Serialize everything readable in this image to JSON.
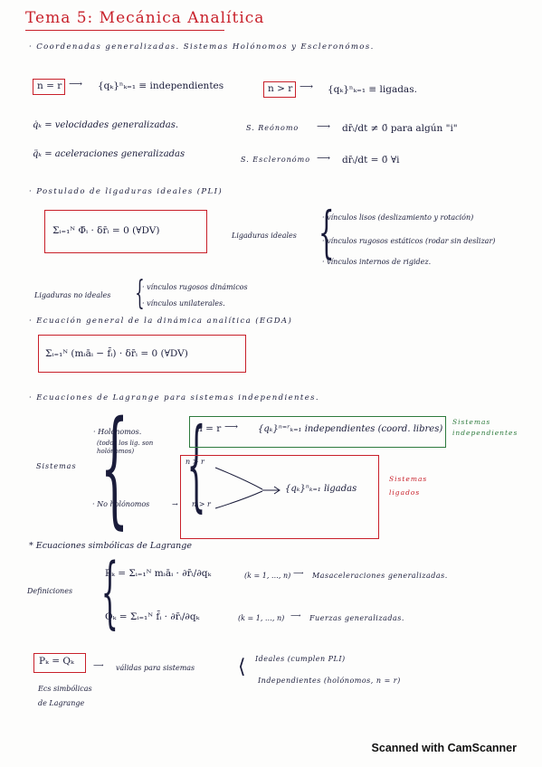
{
  "title": "Tema 5: Mecánica Analítica",
  "sections": {
    "s1": "· Coordenadas generalizadas. Sistemas Holónomos y Escleronómos.",
    "s2": "· Postulado de ligaduras ideales (PLI)",
    "s3": "· Ecuación general de la dinámica analítica (EGDA)",
    "s4": "· Ecuaciones de Lagrange para sistemas independientes.",
    "s5": "* Ecuaciones simbólicas de Lagrange"
  },
  "coord": {
    "box1": "n = r",
    "indep": "{qₖ}ⁿₖ₌₁ ≡ independientes",
    "box2": "n > r",
    "ligadas": "{qₖ}ⁿₖ₌₁ ≡ ligadas.",
    "vel": "q̇ₖ = velocidades generalizadas.",
    "acc": "q̈ₖ = aceleraciones generalizadas",
    "reonomo_label": "S. Reónomo",
    "reonomo_eq": "dr̄ᵢ/dt ≠ 0̄  para algún \"i\"",
    "escler_label": "S. Escleronómo",
    "escler_eq": "dr̄ᵢ/dt = 0̄  ∀i"
  },
  "pli": {
    "eq": "Σᵢ₌₁ᴺ Φ̄ᵢ · δr̄ᵢ = 0   (∀DV)",
    "ideal_label": "Ligaduras ideales",
    "ideal_items": [
      "· vínculos lisos (deslizamiento y rotación)",
      "· vínculos rugosos estáticos (rodar sin deslizar)",
      "· vínculos internos de rigidez."
    ],
    "noideal_label": "Ligaduras no ideales",
    "noideal_items": [
      "· vínculos rugosos dinámicos",
      "· vínculos unilaterales."
    ]
  },
  "egda": {
    "eq": "Σᵢ₌₁ᴺ (mᵢāᵢ − f̄ᵢ) · δr̄ᵢ = 0   (∀DV)"
  },
  "lagrange": {
    "sistemas": "Sistemas",
    "holonomos": "· Holónomos.",
    "holonomos_note": "(todos los lig. son holónomos)",
    "no_holonomos": "· No holónomos",
    "n_r": "n = r",
    "indep_eq": "{qₖ}ⁿ⁼ʳₖ₌₁ independientes (coord. libres)",
    "sis_indep": "Sistemas independientes",
    "n_gt_r": "n > r",
    "ligadas": "{qₖ}ⁿₖ₌₁ ligadas",
    "sis_ligados": "Sistemas ligados"
  },
  "simbolicas": {
    "definiciones": "Definiciones",
    "pk_eq": "Pₖ = Σᵢ₌₁ᴺ mᵢāᵢ · ∂r̄ᵢ/∂qₖ",
    "pk_range": "(k = 1, …, n)",
    "pk_name": "Masaceleraciones generalizadas.",
    "qk_eq": "Qₖ = Σᵢ₌₁ᴺ f̄ᵢ · ∂r̄ᵢ/∂qₖ",
    "qk_range": "(k = 1, …, n)",
    "qk_name": "Fuerzas generalizadas.",
    "box": "Pₖ = Qₖ",
    "valid": "válidas para sistemas",
    "opt1": "Ideales (cumplen PLI)",
    "opt2": "Independientes (holónomos, n = r)",
    "note1": "Ecs simbólicas",
    "note2": "de Lagrange"
  },
  "footer": "Scanned with CamScanner",
  "colors": {
    "ink": "#1a1c3a",
    "red": "#c8202a",
    "green": "#2d7a3d"
  }
}
